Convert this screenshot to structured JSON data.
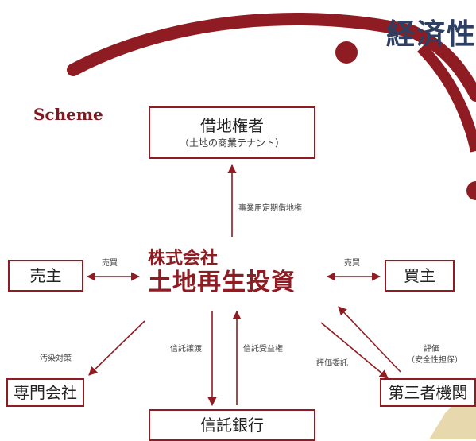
{
  "header": {
    "title": "経済性"
  },
  "scheme_label": "Scheme",
  "center": {
    "line1": "株式会社",
    "line2": "土地再生投資"
  },
  "nodes": {
    "leaseholder": {
      "title": "借地権者",
      "subtitle": "（土地の商業テナント）"
    },
    "seller": {
      "title": "売主"
    },
    "buyer": {
      "title": "買主"
    },
    "specialist": {
      "title": "専門会社"
    },
    "third_party": {
      "title": "第三者機関"
    },
    "trust_bank": {
      "title": "信託銀行"
    }
  },
  "edge_labels": {
    "lease": "事業用定期借地権",
    "sale_left": "売買",
    "sale_right": "売買",
    "pollution": "汚染対策",
    "trust_transfer": "信託譲渡",
    "trust_beneficiary": "信託受益権",
    "evaluation_request": "評価委託",
    "evaluation_line1": "評価",
    "evaluation_line2": "（安全性担保）"
  },
  "colors": {
    "accent": "#8e1c22",
    "title": "#2d3f62"
  }
}
